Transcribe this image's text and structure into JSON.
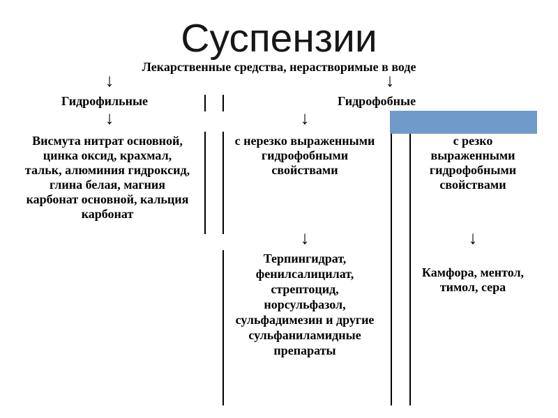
{
  "glyphs": {
    "arrow_down": "↓"
  },
  "colors": {
    "highlight_bar": "#6F9AC9",
    "text": "#000000",
    "background": "#FFFFFF",
    "divider": "#000000"
  },
  "slide": {
    "title": "Суспензии",
    "root_label": "Лекарственные средства, нерастворимые в воде"
  },
  "branches": {
    "hydrophilic": {
      "label": "Гидрофильные",
      "examples_lines": [
        "Висмута нитрат основной,",
        "цинка оксид, крахмал,",
        "тальк, алюминия гидроксид,",
        "глина белая, магния",
        "карбонат основной, кальция",
        "карбонат"
      ]
    },
    "hydrophobic": {
      "label": "Гидрофобные",
      "subtypes": [
        {
          "label_lines": [
            "с нерезко выраженными",
            "гидрофобными",
            "свойствами"
          ],
          "examples_lines": [
            "Терпингидрат,",
            "фенилсалицилат,",
            "стрептоцид,",
            "норсульфазол,",
            "сульфадимезин и другие",
            "сульфаниламидные",
            "препараты"
          ]
        },
        {
          "label_lines": [
            "с резко",
            "выраженными",
            "гидрофобными",
            "свойствами"
          ],
          "examples_lines": [
            "Камфора, ментол,",
            "тимол, сера"
          ]
        }
      ]
    }
  }
}
